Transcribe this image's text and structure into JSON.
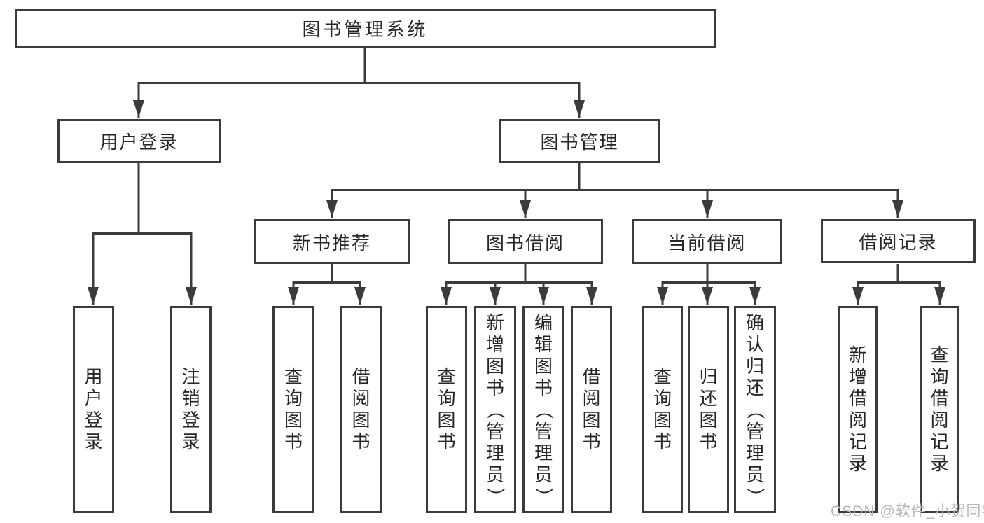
{
  "diagram": {
    "root": {
      "label": "图书管理系统"
    },
    "branches": [
      {
        "label": "用户登录",
        "children": [
          {
            "label": "用户登录"
          },
          {
            "label": "注销登录"
          }
        ]
      },
      {
        "label": "图书管理",
        "children": [
          {
            "label": "新书推荐",
            "children": [
              {
                "label": "查询图书"
              },
              {
                "label": "借阅图书"
              }
            ]
          },
          {
            "label": "图书借阅",
            "children": [
              {
                "label": "查询图书"
              },
              {
                "label": "新增图书（管理员）"
              },
              {
                "label": "编辑图书（管理员）"
              },
              {
                "label": "借阅图书"
              }
            ]
          },
          {
            "label": "当前借阅",
            "children": [
              {
                "label": "查询图书"
              },
              {
                "label": "归还图书"
              },
              {
                "label": "确认归还（管理员）"
              }
            ]
          },
          {
            "label": "借阅记录",
            "children": [
              {
                "label": "新增借阅记录"
              },
              {
                "label": "查询借阅记录"
              }
            ]
          }
        ]
      }
    ],
    "colors": {
      "line": "#3b3b3b",
      "text": "#262626",
      "box_background": "#ffffff",
      "watermark": "#b7b7b7",
      "page_background": "#ffffff"
    }
  },
  "watermark": {
    "text": "CSDN @软件_小贺同学"
  }
}
